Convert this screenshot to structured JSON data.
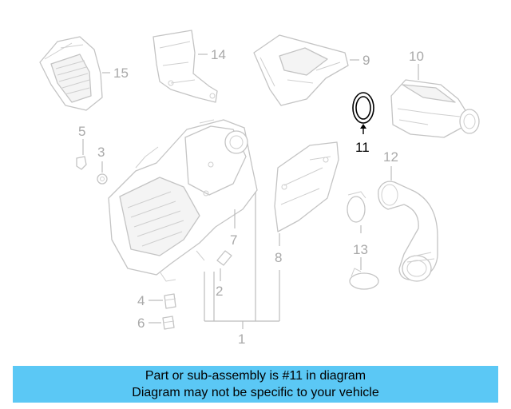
{
  "diagram": {
    "highlighted_part": "11",
    "highlight_color": "#000000",
    "muted_color": "#a9a9a9",
    "callouts": {
      "c1": "1",
      "c2": "2",
      "c3": "3",
      "c4": "4",
      "c5": "5",
      "c6": "6",
      "c7": "7",
      "c8": "8",
      "c9": "9",
      "c10": "10",
      "c11": "11",
      "c12": "12",
      "c13": "13",
      "c14": "14",
      "c15": "15"
    }
  },
  "banner": {
    "line1": "Part or sub-assembly is #11 in diagram",
    "line2": "Diagram may not be specific to your vehicle",
    "background": "#5bc8f5"
  }
}
